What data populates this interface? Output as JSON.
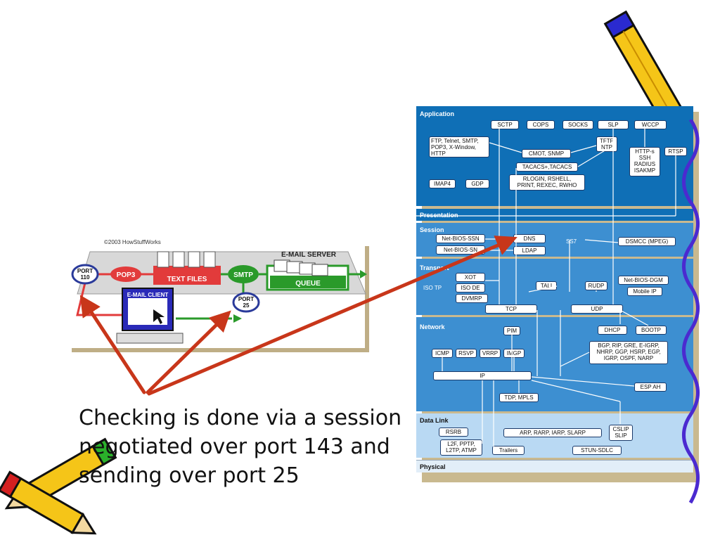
{
  "caption": "Checking is done via a session negotiated over port 143 and sending over port 25",
  "email_diagram": {
    "copyright": "©2003 HowStuffWorks",
    "server_label": "E-MAIL SERVER",
    "port110": [
      "PORT",
      "110"
    ],
    "pop3": "POP3",
    "text_files": "TEXT FILES",
    "smtp": "SMTP",
    "queue": "QUEUE",
    "email_client": "E-MAIL CLIENT",
    "port25": [
      "PORT",
      "25"
    ]
  },
  "stack": {
    "layers": {
      "application": "Application",
      "presentation": "Presentation",
      "session": "Session",
      "transport": "Transport",
      "network": "Network",
      "datalink": "Data Link",
      "physical": "Physical"
    },
    "app": {
      "sctp": "SCTP",
      "cops": "COPS",
      "socks": "SOCKS",
      "slp": "SLP",
      "wccp": "WCCP",
      "ftp": [
        "FTP, Telnet, SMTP,",
        "POP3, X-Window,",
        "HTTP"
      ],
      "tftp": [
        "TFTP",
        "NTP"
      ],
      "https": [
        "HTTP-s",
        "SSH",
        "RADIUS",
        "ISAKMP"
      ],
      "rtsp": "RTSP",
      "cmot": "CMOT, SNMP",
      "tacacs": "TACACS+,TACACS",
      "imap4": "IMAP4",
      "gdp": "GDP",
      "rlogin": [
        "RLOGIN, RSHELL,",
        "PRINT, REXEC, RWHO"
      ]
    },
    "session": {
      "netbios_ssn": "Net-BIOS-SSN",
      "netbios_sn": "Net-BIOS-SN",
      "dns": "DNS",
      "ldap": "LDAP",
      "ss7": "SS7",
      "dsmcc": "DSMCC (MPEG)"
    },
    "transport": {
      "xot": "XOT",
      "isotp": "ISO TP",
      "isode": "ISO DE",
      "dvmrp": "DVMRP",
      "tali": "TALI",
      "rudp": "RUDP",
      "netbios_dgm": "Net-BIOS-DGM",
      "mobileip": "Mobile IP",
      "tcp": "TCP",
      "udp": "UDP"
    },
    "network": {
      "pim": "PIM",
      "dhcp": "DHCP",
      "bootp": "BOOTP",
      "icmp": "ICMP",
      "rsvp": "RSVP",
      "vrrp": "VRRP",
      "imgp": "IMGP",
      "bgp": [
        "BGP, RIP, GRE, E-IGRP,",
        "NHRP, GGP, HSRP, EGP,",
        "IGRP, OSPF, NARP"
      ],
      "ip": "IP",
      "espah": "ESP AH",
      "tdp": "TDP, MPLS"
    },
    "datalink": {
      "rsrb": "RSRB",
      "arp": "ARP, RARP, IARP, SLARP",
      "cslip": [
        "CSLIP",
        "SLIP"
      ],
      "l2f": [
        "L2F, PPTP,",
        "L2TP, ATMP"
      ],
      "trailers": "Trailers",
      "stun": "STUN-SDLC"
    },
    "colors": {
      "dark": "#0f6fb6",
      "medium": "#3d8fd1",
      "light": "#b9d9f3",
      "arrow": "#c8361a"
    }
  }
}
